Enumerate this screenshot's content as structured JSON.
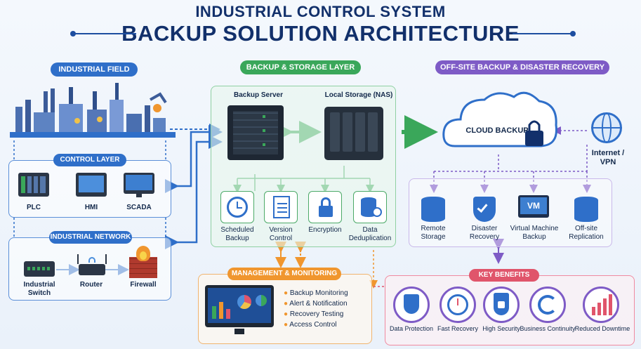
{
  "title": {
    "line1": "INDUSTRIAL CONTROL SYSTEM",
    "line2": "BACKUP SOLUTION ARCHITECTURE"
  },
  "sections": {
    "field": "INDUSTRIAL FIELD",
    "control": "CONTROL LAYER",
    "network": "INDUSTRIAL NETWORK",
    "storage": "BACKUP & STORAGE LAYER",
    "offsite": "OFF-SITE BACKUP & DISASTER RECOVERY",
    "mgmt": "MANAGEMENT & MONITORING",
    "benefits": "KEY BENEFITS"
  },
  "control_items": [
    "PLC",
    "HMI",
    "SCADA"
  ],
  "network_items": [
    [
      "Industrial",
      "Switch"
    ],
    [
      "Router",
      ""
    ],
    [
      "Firewall",
      ""
    ]
  ],
  "servers": {
    "backup": "Backup Server",
    "nas": "Local Storage (NAS)"
  },
  "features": [
    [
      "Scheduled",
      "Backup"
    ],
    [
      "Version",
      "Control"
    ],
    [
      "Encryption",
      ""
    ],
    [
      "Data",
      "Deduplication"
    ]
  ],
  "cloud": {
    "label": "CLOUD BACKUP",
    "internet": [
      "Internet /",
      "VPN"
    ]
  },
  "offsite_items": [
    [
      "Remote",
      "Storage"
    ],
    [
      "Disaster",
      "Recovery"
    ],
    [
      "Virtual Machine",
      "Backup"
    ],
    [
      "Off-site",
      "Replication"
    ]
  ],
  "vm_text": "VM",
  "mgmt_items": [
    "Backup Monitoring",
    "Alert & Notification",
    "Recovery Testing",
    "Access Control"
  ],
  "benefit_items": [
    "Data Protection",
    "Fast Recovery",
    "High Security",
    "Business Continuity",
    "Reduced Downtime"
  ],
  "colors": {
    "blue": "#2f6fc9",
    "green": "#3aa75a",
    "purple": "#7e5bc6",
    "orange": "#f0962e",
    "red": "#e0556b",
    "navy": "#12306b"
  }
}
